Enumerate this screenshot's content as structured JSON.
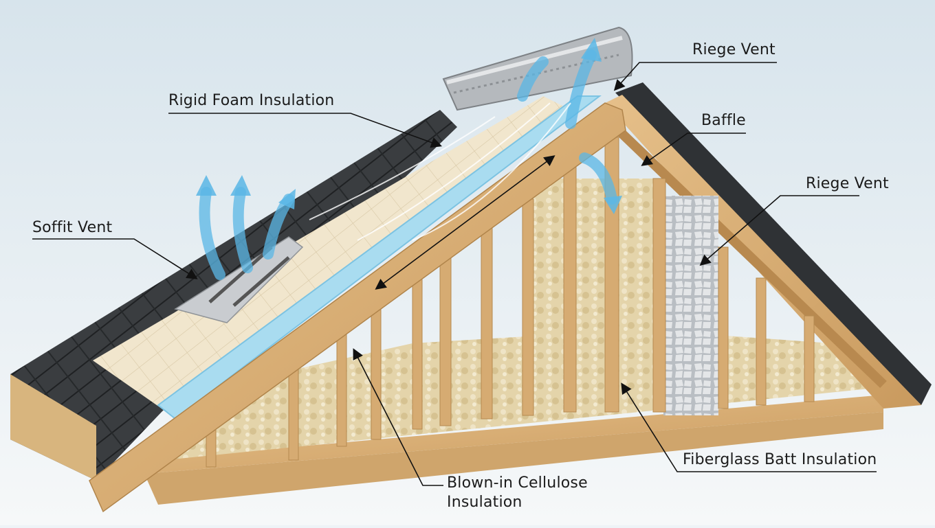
{
  "diagram": {
    "labels": {
      "ridge_vent_top": "Riege Vent",
      "rigid_foam": "Rigid Foam Insulation",
      "baffle": "Baffle",
      "ridge_vent_side": "Riege Vent",
      "soffit_vent": "Soffit Vent",
      "fiberglass_batt": "Fiberglass Batt Insulation",
      "blown_in_line1": "Blown-in Cellulose",
      "blown_in_line2": "Insulation"
    },
    "colors": {
      "sky_top": "#dbe6ee",
      "shingle": "#3a3d40",
      "wood": "#d9b27c",
      "foam_board": "#efe3c9",
      "baffle": "#a8dcef",
      "airflow": "#5ab7e6",
      "cellulose": "#e6d8b3",
      "stone_wool": "#dcdfe2"
    }
  }
}
